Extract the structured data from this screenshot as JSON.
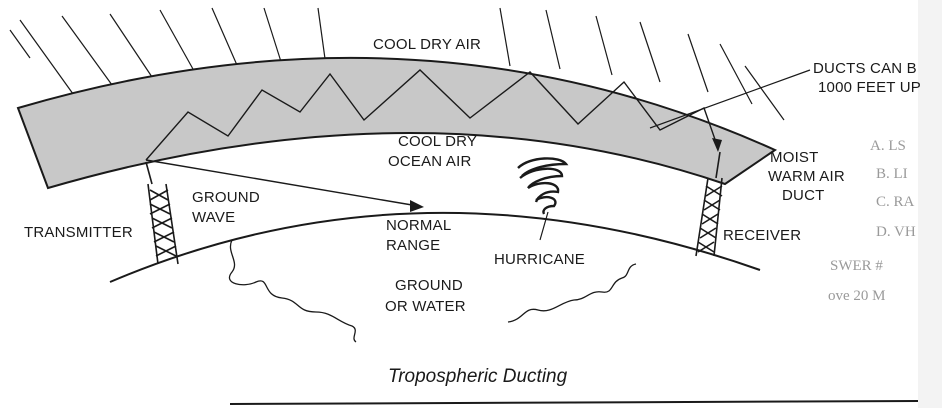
{
  "diagram": {
    "labels": {
      "cool_dry_air": "COOL DRY AIR",
      "ducts_line1": "DUCTS CAN B",
      "ducts_line2": "1000 FEET UP",
      "cool_dry_ocean_air_line1": "COOL DRY",
      "cool_dry_ocean_air_line2": "OCEAN AIR",
      "moist_line1": "MOIST",
      "moist_line2": "WARM AIR",
      "moist_line3": "DUCT",
      "ground_wave_line1": "GROUND",
      "ground_wave_line2": "WAVE",
      "transmitter": "TRANSMITTER",
      "normal_range_line1": "NORMAL",
      "normal_range_line2": "RANGE",
      "hurricane": "HURRICANE",
      "receiver": "RECEIVER",
      "ground_water_line1": "GROUND",
      "ground_water_line2": "OR WATER"
    },
    "caption": "Tropospheric Ducting",
    "colors": {
      "duct_fill": "#c8c8c8",
      "ink": "#1a1a1a",
      "background": "#ffffff",
      "margin_bleed": "#9a9a9a"
    },
    "margin_bleed_text": [
      "A. LS",
      "B. LI",
      "C. RA",
      "D. VH",
      "SWER #",
      "ove 20 M"
    ]
  }
}
